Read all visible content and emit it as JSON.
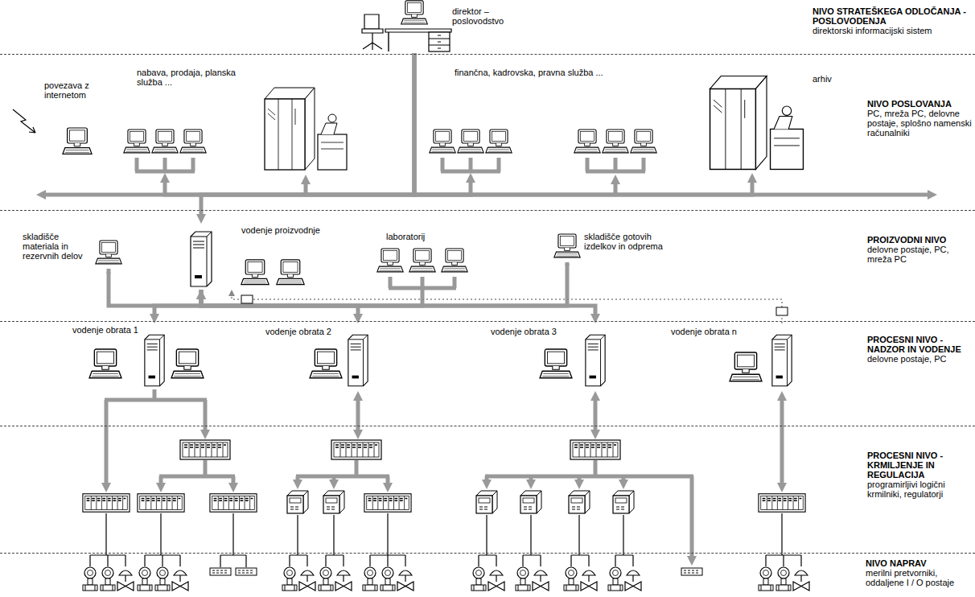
{
  "diagram": {
    "nodes": [
      {
        "text": [
          "NIVO STRATEŠKEGA ODLOČANJA - POSLOVODENJA",
          "direktorski informacijski sistem"
        ]
      },
      {
        "text": [
          "direktor – poslovodstvo"
        ],
        "in": 0
      },
      {
        "text": [
          "NIVO POSLOVANJA",
          "PC, mreža PC, delovne postaje, splošno namenski računalniki"
        ]
      },
      {
        "text": [
          "povezava z internetom"
        ],
        "in": 2
      },
      {
        "text": [
          "nabava, prodaja, planska služba ..."
        ],
        "in": 2
      },
      {
        "text": [
          "finančna, kadrovska, pravna služba ..."
        ],
        "in": 2
      },
      {
        "text": [
          "arhiv"
        ],
        "in": 2
      },
      {
        "text": [
          "PROIZVODNI NIVO",
          "delovne postaje, PC, mreža PC"
        ]
      },
      {
        "text": [
          "skladišče materiala in rezervnih delov"
        ],
        "in": 7
      },
      {
        "text": [
          "vodenje proizvodnje"
        ],
        "in": 7
      },
      {
        "text": [
          "laboratorij"
        ],
        "in": 7
      },
      {
        "text": [
          "skladišče gotovih izdelkov in odprema"
        ],
        "in": 7
      },
      {
        "text": [
          "PROCESNI NIVO - NADZOR IN VODENJE",
          "delovne postaje, PC"
        ]
      },
      {
        "text": [
          "vodenje obrata 1"
        ],
        "in": 12
      },
      {
        "text": [
          "vodenje obrata 2"
        ],
        "in": 12
      },
      {
        "text": [
          "vodenje obrata 3"
        ],
        "in": 12
      },
      {
        "text": [
          "vodenje obrata n"
        ],
        "in": 12
      },
      {
        "text": [
          "PROCESNI NIVO - KRMILJENJE IN REGULACIJA",
          "programirljivi logični krmilniki, regulatorji"
        ]
      },
      {
        "text": [
          "NIVO NAPRAV",
          "merilni pretvorniki, oddaljene I / O postaje"
        ]
      }
    ],
    "edges": [
      {
        "from": 1,
        "to": 4,
        "arrow": "to"
      },
      {
        "from": 1,
        "to": 5,
        "arrow": "to"
      },
      {
        "from": 1,
        "to": 6,
        "arrow": "to"
      },
      {
        "from": 1,
        "to": 9,
        "arrow": "to"
      },
      {
        "from": 8,
        "to": 9,
        "arrow": "to"
      },
      {
        "from": 10,
        "to": 9,
        "arrow": "to"
      },
      {
        "from": 11,
        "to": 9,
        "arrow": "to"
      },
      {
        "from": 9,
        "to": 13,
        "arrow": "to"
      },
      {
        "from": 9,
        "to": 14,
        "arrow": "to"
      },
      {
        "from": 9,
        "to": 15,
        "arrow": "to"
      },
      {
        "from": 16,
        "to": 9,
        "arrow": "to"
      }
    ]
  }
}
